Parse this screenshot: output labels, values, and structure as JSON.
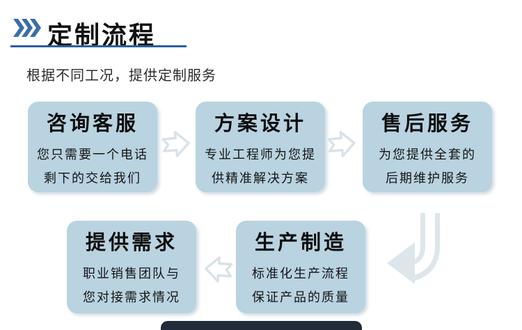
{
  "header": {
    "icon": "triple-chevron-right",
    "title": "定制流程",
    "subtitle": "根据不同工况，提供定制服务"
  },
  "steps": [
    {
      "title": "咨询客服",
      "line1": "您只需要一个电话",
      "line2": "剩下的交给我们"
    },
    {
      "title": "方案设计",
      "line1": "专业工程师为您提",
      "line2": "供精准解决方案"
    },
    {
      "title": "售后服务",
      "line1": "为您提供全套的",
      "line2": "后期维护服务"
    },
    {
      "title": "提供需求",
      "line1": "职业销售团队与",
      "line2": "您对接需求情况"
    },
    {
      "title": "生产制造",
      "line1": "标准化生产流程",
      "line2": "保证产品的质量"
    }
  ],
  "icons": {
    "header_marker": "triple-chevron-right",
    "top_row_connector": "block-arrow-right",
    "bottom_row_connector": "block-arrow-left",
    "row_to_row_connector": "curved-arrow-down-left"
  },
  "colors": {
    "accent-blue": "#3b6ea8",
    "underline-blue": "#2c5f9e",
    "box-fill": "#b9d3e0",
    "arrow-outline": "#d7e2e9",
    "curved-arrow": "#dde6ea",
    "footer-bar": "#212b3a",
    "text-dark": "#1a1a1a"
  }
}
